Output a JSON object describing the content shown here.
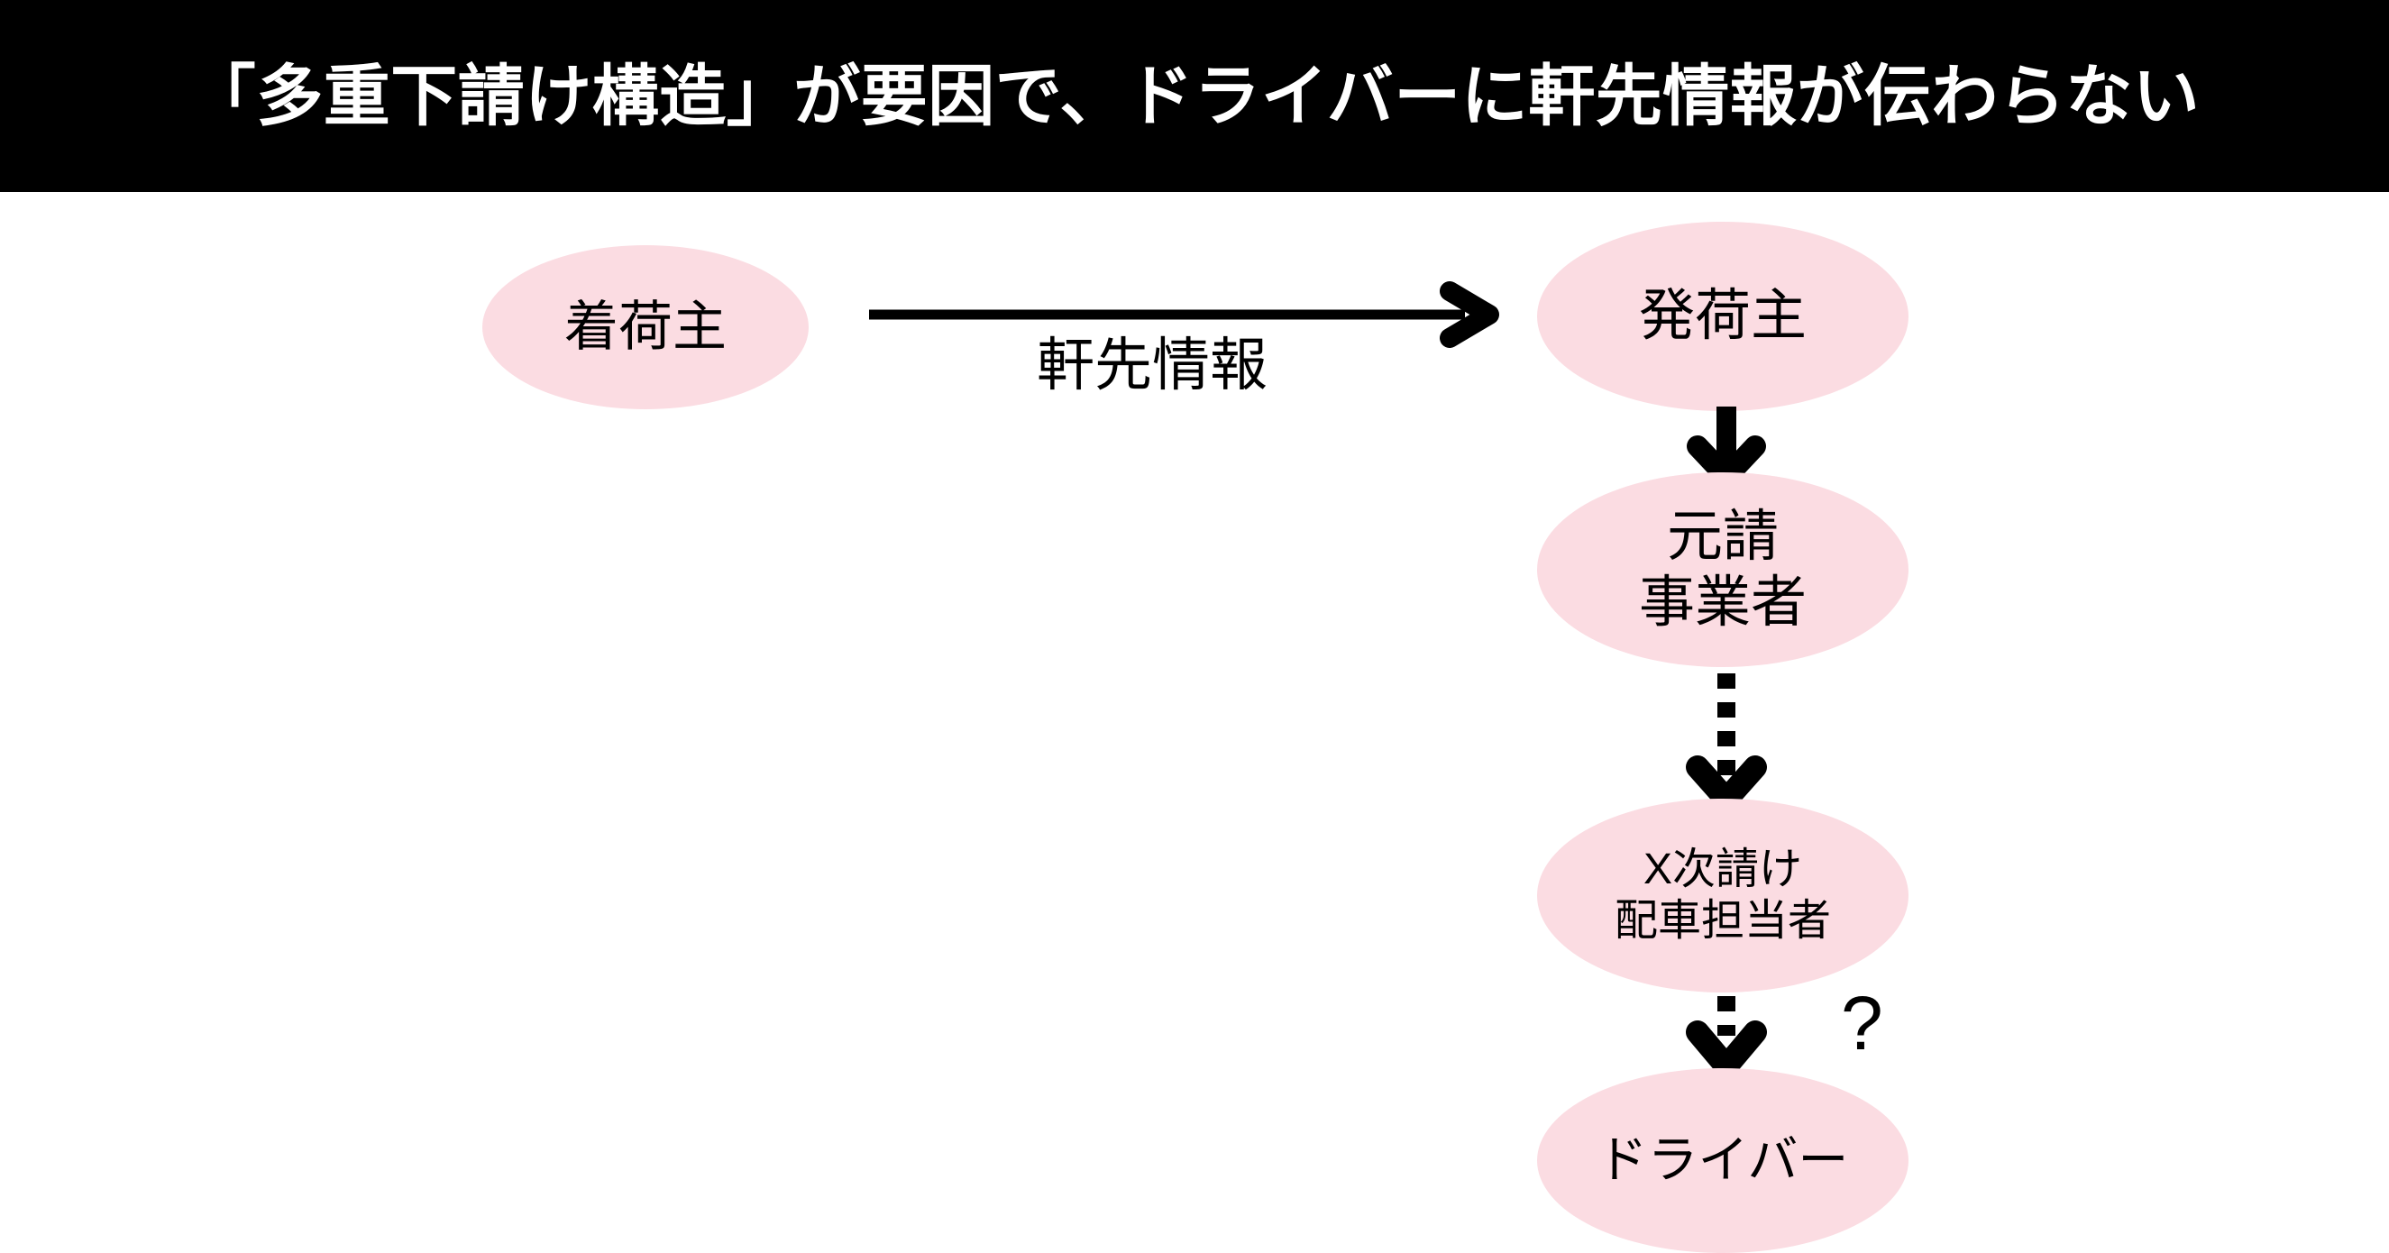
{
  "header": {
    "title": "「多重下請け構造」が要因で、ドライバーに軒先情報が伝わらない",
    "background_color": "#000000",
    "text_color": "#ffffff"
  },
  "theme": {
    "node_fill": "#fbdce2",
    "arrow_color": "#000000",
    "canvas_background": "#ffffff"
  },
  "diagram": {
    "type": "flow-diagram",
    "nodes": [
      {
        "id": "consignee",
        "label": "着荷主",
        "shape": "ellipse",
        "column": "left"
      },
      {
        "id": "shipper",
        "label": "発荷主",
        "shape": "ellipse",
        "column": "right",
        "tier": 1
      },
      {
        "id": "prime",
        "label": "元請\n事業者",
        "shape": "ellipse",
        "column": "right",
        "tier": 2
      },
      {
        "id": "dispatcher",
        "label": "X次請け\n配車担当者",
        "shape": "ellipse",
        "column": "right",
        "tier": 3
      },
      {
        "id": "driver",
        "label": "ドライバー",
        "shape": "ellipse",
        "column": "right",
        "tier": 4
      }
    ],
    "edges": [
      {
        "id": "info-flow",
        "from": "consignee",
        "to": "shipper",
        "label": "軒先情報",
        "style": "solid",
        "direction": "right"
      },
      {
        "id": "shipper-to-prime",
        "from": "shipper",
        "to": "prime",
        "label": "",
        "style": "solid",
        "direction": "down"
      },
      {
        "id": "prime-to-dispatcher",
        "from": "prime",
        "to": "dispatcher",
        "label": "",
        "style": "dotted",
        "direction": "down"
      },
      {
        "id": "dispatcher-to-driver",
        "from": "dispatcher",
        "to": "driver",
        "label": "",
        "style": "dotted",
        "direction": "down"
      }
    ],
    "annotations": [
      {
        "id": "uncertainty",
        "text": "?",
        "near": "dispatcher-to-driver"
      }
    ]
  }
}
